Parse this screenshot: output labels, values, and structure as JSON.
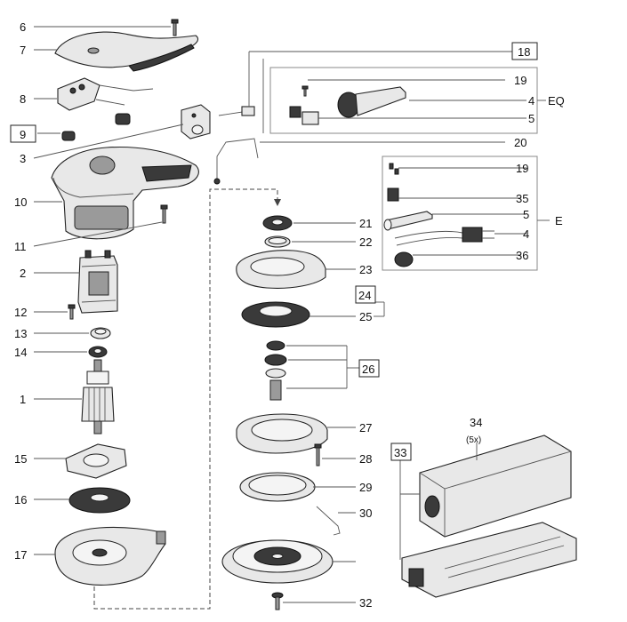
{
  "labels": {
    "n1": "1",
    "n2": "2",
    "n3": "3",
    "n4a": "4",
    "n4b": "4",
    "n5a": "5",
    "n5b": "5",
    "n6": "6",
    "n7": "7",
    "n8": "8",
    "n9": "9",
    "n10": "10",
    "n11": "11",
    "n12": "12",
    "n13": "13",
    "n14": "14",
    "n15": "15",
    "n16": "16",
    "n17": "17",
    "n18": "18",
    "n19a": "19",
    "n19b": "19",
    "n20": "20",
    "n21": "21",
    "n22": "22",
    "n23": "23",
    "n24": "24",
    "n25": "25",
    "n26": "26",
    "n27": "27",
    "n28": "28",
    "n29": "29",
    "n30": "30",
    "n32": "32",
    "n33": "33",
    "n34": "34",
    "n35": "35",
    "n36": "36",
    "qty34": "(5x)",
    "group_eq": "EQ",
    "group_e": "E"
  }
}
